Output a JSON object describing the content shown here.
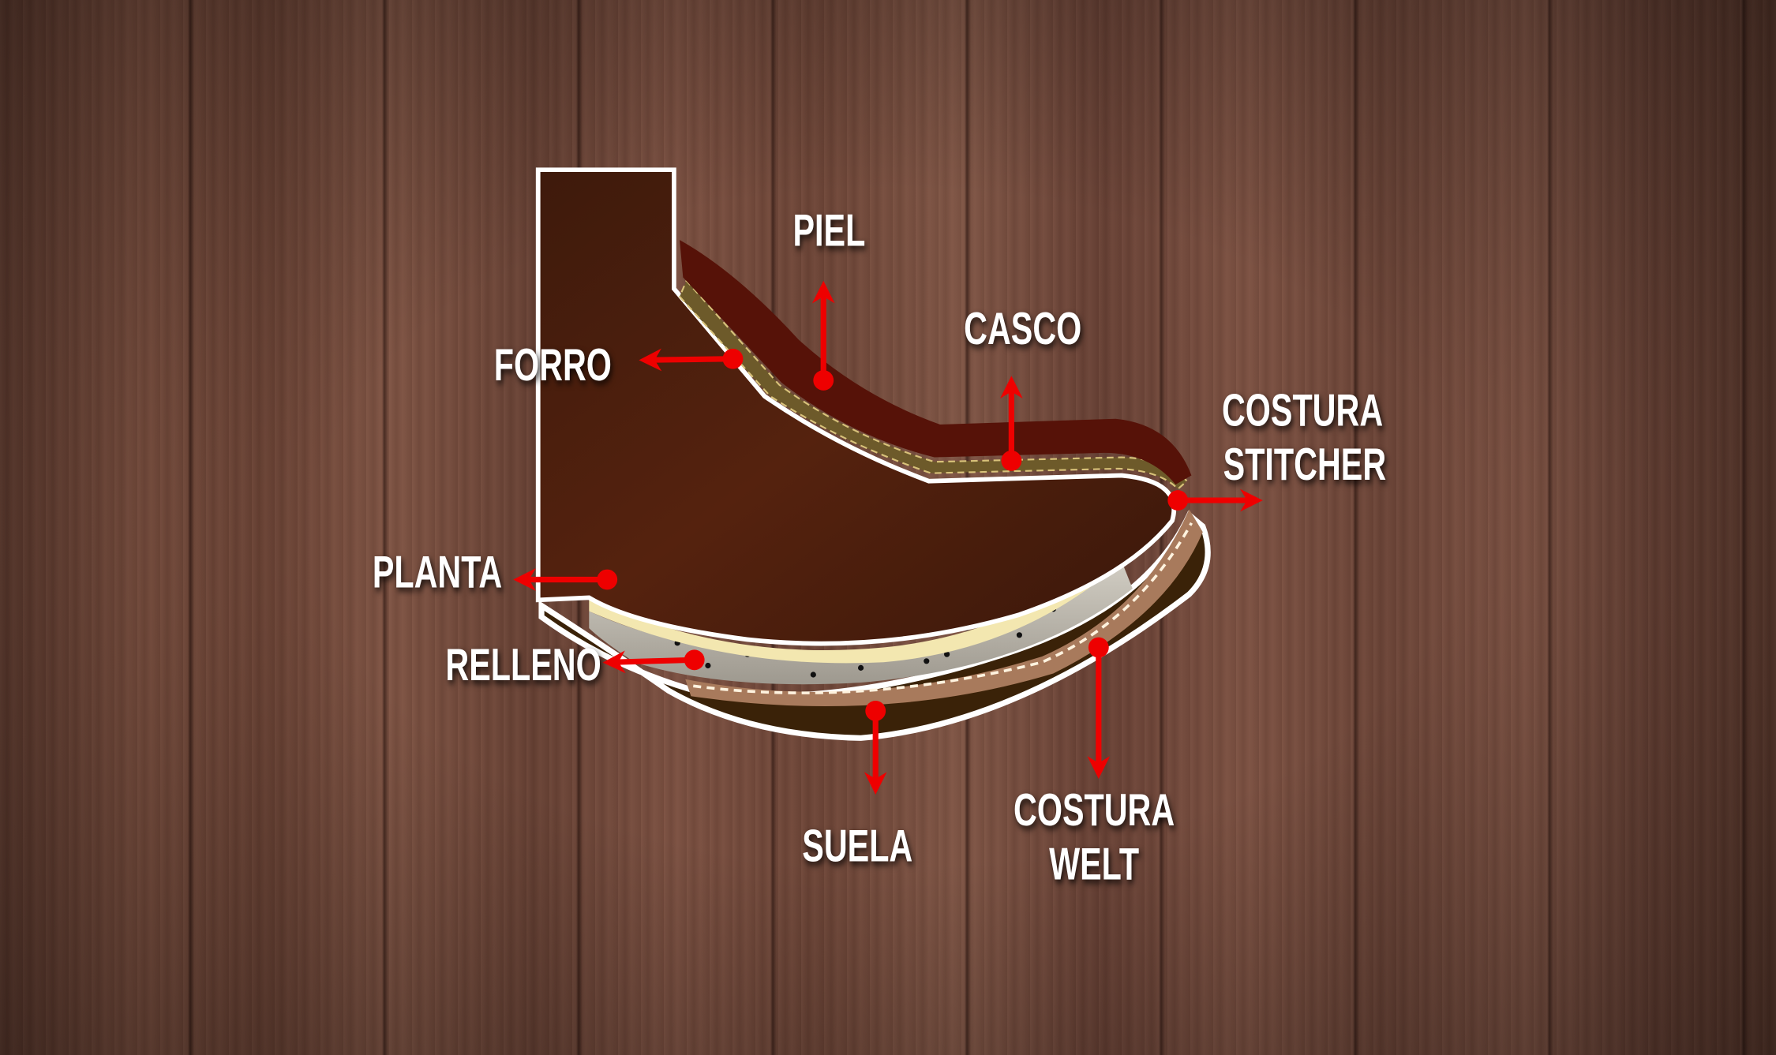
{
  "labels": {
    "piel": "PIEL",
    "casco": "CASCO",
    "forro": "FORRO",
    "costura_stitcher": [
      "COSTURA",
      "STITCHER"
    ],
    "planta": "PLANTA",
    "relleno": "RELLENO",
    "suela": "SUELA",
    "costura_welt": [
      "COSTURA",
      "WELT"
    ]
  },
  "colors": {
    "arrow": "#ee0000",
    "boot_body": "#4a1e0e",
    "piel": "#561208",
    "planta": "#f3e7b0",
    "relleno": "#b9b4aa",
    "suela": "#3a2208",
    "outline": "#ffffff"
  }
}
